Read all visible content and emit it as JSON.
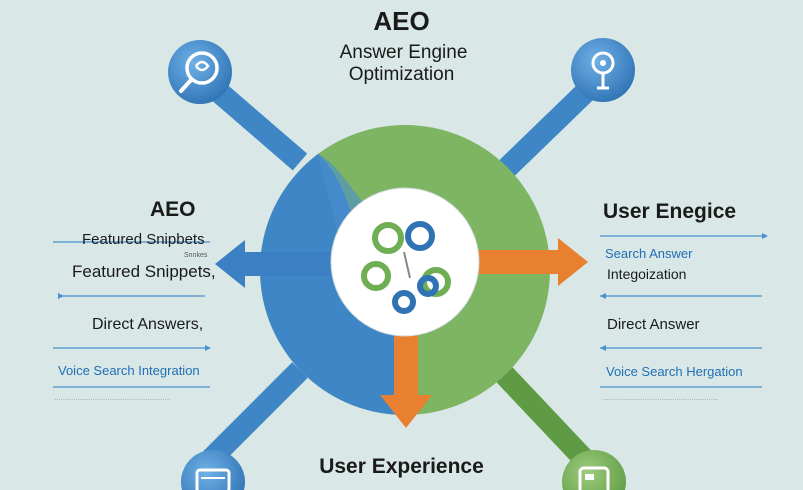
{
  "title": "AEO",
  "subtitle_line1": "Answer Engine",
  "subtitle_line2": "Optimization",
  "left": {
    "heading": "AEO",
    "items": [
      "Featured Snipbets",
      "Featured Snippets,",
      "Direct Answers,",
      "Voice Search Integration"
    ],
    "small_text": "Snnkes",
    "tiny_text": "............................................................."
  },
  "right": {
    "heading": "User Enegice",
    "items": [
      "Search Answer",
      "Integoization",
      "Direct Answer",
      "Voice Search Hergation"
    ],
    "tiny_text": "............................................................."
  },
  "bottom_label": "User Experience",
  "icons": [
    "search-icon",
    "microphone-icon",
    "screen-icon",
    "device-icon",
    "link-icon"
  ],
  "colors": {
    "background": "#d9e8e6",
    "blue": "#3f86c6",
    "green": "#7db563",
    "orange": "#e8802f",
    "line_blue": "#4a90d0"
  }
}
